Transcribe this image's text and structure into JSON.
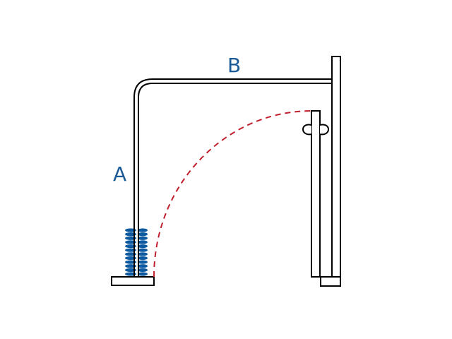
{
  "labels": {
    "a": "A",
    "b": "B"
  },
  "colors": {
    "line": "#000000",
    "label": "#1a5a96",
    "spring": "#0d5aa0",
    "arc": "#c0202e",
    "background": "#ffffff"
  },
  "spring": {
    "coils": 12
  }
}
